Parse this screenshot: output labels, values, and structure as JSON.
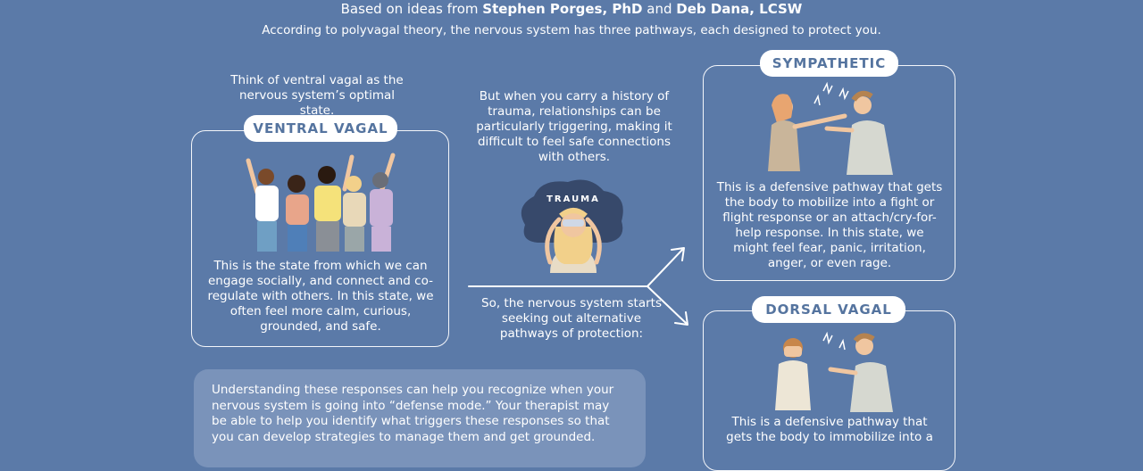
{
  "header": {
    "credit_prefix": "Based on ideas from ",
    "author1": "Stephen Porges, PhD",
    "credit_and": " and ",
    "author2": "Deb Dana, LCSW",
    "intro": "According to polyvagal theory, the nervous system has three pathways, each designed to protect you."
  },
  "ventral": {
    "note": "Think of ventral vagal as the nervous system’s optimal state.",
    "label": "VENTRAL VAGAL",
    "description": "This is the state from which we can engage socially, and connect and co-regulate with others. In this state, we often feel more calm, curious, grounded, and safe."
  },
  "middle": {
    "note": "But when you carry a history of trauma, relationships can be particularly triggering, making it difficult to feel safe connections with others.",
    "trauma_word": "TRAUMA",
    "arrow_caption": "So, the nervous system starts seeking out alternative pathways of protection:"
  },
  "sympathetic": {
    "label": "SYMPATHETIC",
    "description": "This is a defensive pathway that gets the body to mobilize into a fight or flight response or an attach/cry-for-help response. In this state, we might feel fear, panic, irritation, anger, or even rage."
  },
  "dorsal": {
    "label": "DORSAL VAGAL",
    "description": "This is a defensive pathway that gets the body to immobilize into a"
  },
  "footer": {
    "text": "Understanding these responses can help you recognize when your nervous system is going into “defense mode.” Your therapist may be able to help you identify what triggers these responses so that you can develop strategies to manage them and get grounded."
  },
  "colors": {
    "background": "#5b7aa8",
    "pill_text": "#55749f",
    "bottom_box": "#7a93ba",
    "line": "#ffffff"
  }
}
